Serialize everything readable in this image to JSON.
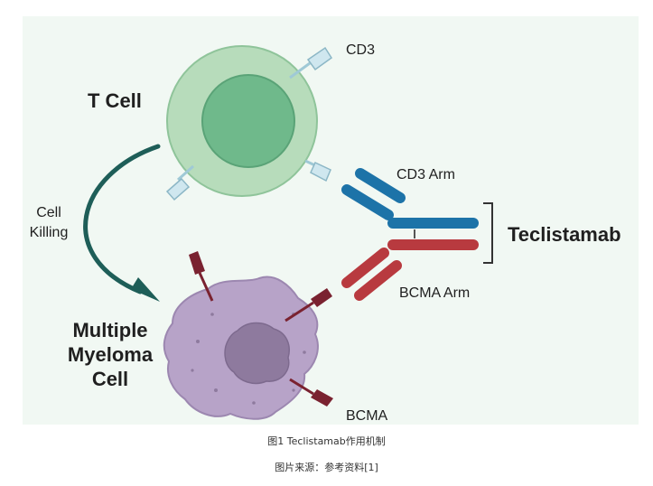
{
  "diagram": {
    "labels": {
      "t_cell": "T Cell",
      "cd3": "CD3",
      "cd3_arm": "CD3 Arm",
      "teclistamab": "Teclistamab",
      "bcma_arm": "BCMA Arm",
      "bcma": "BCMA",
      "cell_killing_line1": "Cell",
      "cell_killing_line2": "Killing",
      "myeloma_line1": "Multiple",
      "myeloma_line2": "Myeloma",
      "myeloma_line3": "Cell"
    },
    "colors": {
      "background": "#f1f8f3",
      "t_cell_outer": "#b7dcbb",
      "t_cell_inner": "#6fb98b",
      "cd3_receptor": "#cfe7ef",
      "cd3_arm": "#1d73a8",
      "bcma_arm": "#b83a3f",
      "bcma_receptor": "#7a2230",
      "myeloma_cell": "#b7a3c8",
      "myeloma_nucleus": "#8e7a9e",
      "arrow": "#1e5e58"
    }
  },
  "captions": {
    "figure_caption": "图1 Teclistamab作用机制",
    "source": "图片来源：参考资料[1]"
  }
}
